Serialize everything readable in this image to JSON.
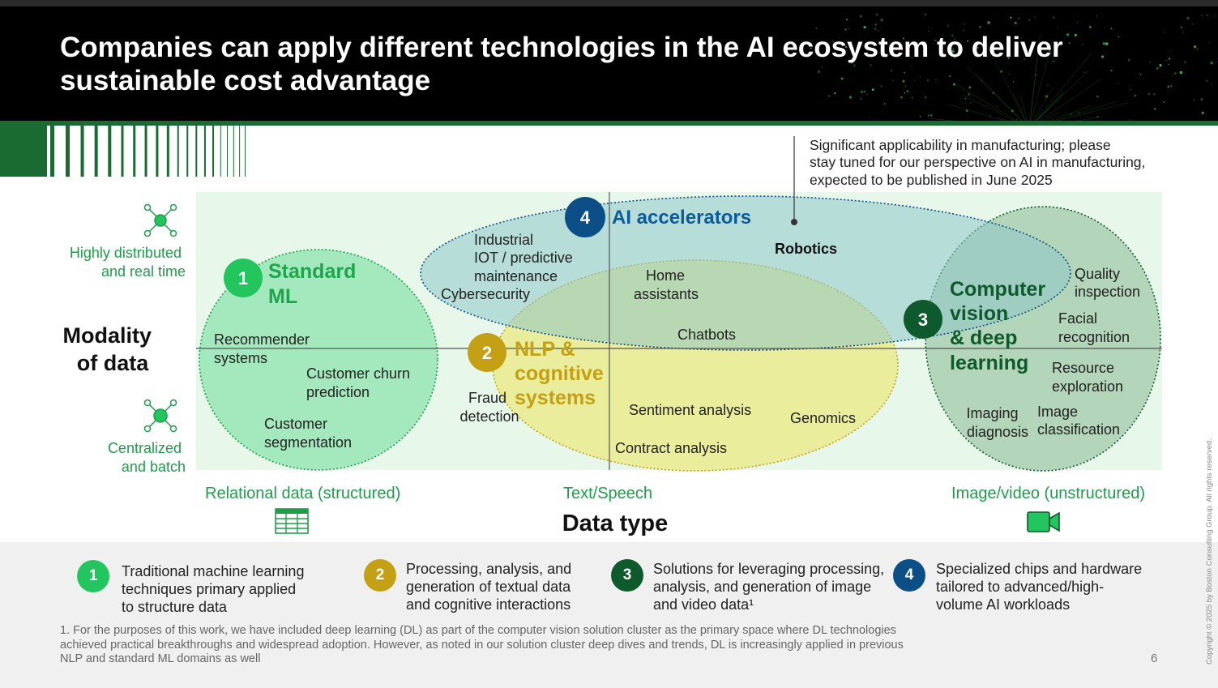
{
  "header": {
    "title": "Companies can apply different technologies in the AI ecosystem to deliver sustainable cost advantage"
  },
  "annotation": {
    "lines": [
      "Significant applicability in manufacturing; please",
      "stay tuned for our perspective on AI in manufacturing,",
      "expected to be published in June 2025"
    ]
  },
  "y_axis": {
    "title_lines": [
      "Modality",
      "of data"
    ],
    "top_label_lines": [
      "Highly distributed",
      "and real time"
    ],
    "bottom_label_lines": [
      "Centralized",
      "and batch"
    ],
    "top_icon": "distributed-network-icon",
    "bottom_icon": "centralized-network-icon"
  },
  "x_axis": {
    "title": "Data type",
    "left_label": "Relational data (structured)",
    "mid_label": "Text/Speech",
    "right_label": "Image/video (unstructured)",
    "left_icon": "table-icon",
    "right_icon": "video-camera-icon"
  },
  "clusters": {
    "ml": {
      "number": "1",
      "title_lines": [
        "Standard",
        "ML"
      ],
      "items": [
        [
          "Recommender",
          "systems"
        ],
        [
          "Customer churn",
          "prediction"
        ],
        [
          "Customer",
          "segmentation"
        ]
      ]
    },
    "nlp": {
      "number": "2",
      "title_lines": [
        "NLP &",
        "cognitive",
        "systems"
      ],
      "items": [
        [
          "Fraud",
          "detection"
        ],
        [
          "Sentiment analysis"
        ],
        [
          "Contract analysis"
        ],
        [
          "Genomics"
        ],
        [
          "Chatbots"
        ],
        [
          "Home",
          "assistants"
        ]
      ]
    },
    "cv": {
      "number": "3",
      "title_lines": [
        "Computer",
        "vision",
        "& deep",
        "learning"
      ],
      "items": [
        [
          "Quality",
          "inspection"
        ],
        [
          "Facial",
          "recognition"
        ],
        [
          "Resource",
          "exploration"
        ],
        [
          "Imaging",
          "diagnosis"
        ],
        [
          "Image",
          "classification"
        ]
      ]
    },
    "ai": {
      "number": "4",
      "title": "AI accelerators",
      "items": [
        [
          "Industrial",
          "IOT / predictive",
          "maintenance"
        ],
        [
          "Cybersecurity"
        ],
        [
          "Robotics"
        ]
      ]
    }
  },
  "legend": [
    {
      "number": "1",
      "color": "#22c55e",
      "lines": [
        "Traditional machine learning",
        "techniques primary applied",
        "to structure data"
      ]
    },
    {
      "number": "2",
      "color": "#c4a014",
      "lines": [
        "Processing, analysis, and",
        "generation of textual data",
        "and cognitive interactions"
      ]
    },
    {
      "number": "3",
      "color": "#0e5a2c",
      "lines": [
        "Solutions for leveraging processing,",
        "analysis, and generation of image",
        "and video data¹"
      ]
    },
    {
      "number": "4",
      "color": "#0b4f86",
      "lines": [
        "Specialized chips and hardware",
        "tailored to advanced/high-",
        "volume AI workloads"
      ]
    }
  ],
  "footnote": {
    "lines": [
      "1. For the purposes of this work, we have included deep learning (DL) as part of the computer vision solution cluster as the primary space where DL technologies",
      "achieved practical breakthroughs and widespread adoption. However, as noted in our solution cluster deep dives and trends, DL is increasingly applied in previous",
      "NLP and standard ML domains as well"
    ]
  },
  "page_number": "6",
  "copyright": "Copyright © 2025 by Boston Consulting Group. All rights reserved.",
  "colors": {
    "ml_green": "#22c55e",
    "nlp_gold": "#c4a014",
    "cv_dark_green": "#0e5a2c",
    "ai_blue": "#0b4f86",
    "label_green": "#1e9e4a",
    "bg_mint": "#e7f8eb"
  }
}
